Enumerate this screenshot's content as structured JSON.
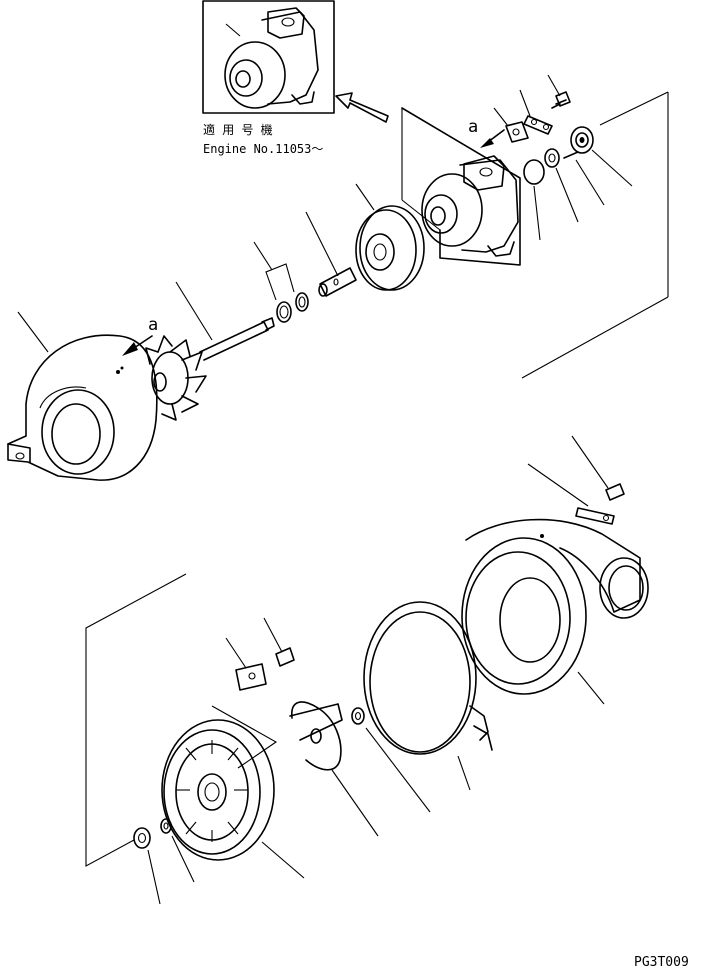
{
  "inset_note": {
    "line1": "適 用 号 機",
    "line2": "Engine No.11053～"
  },
  "callouts": {
    "upper_a": "a",
    "lower_a": "a"
  },
  "drawing_code": "PG3T009"
}
